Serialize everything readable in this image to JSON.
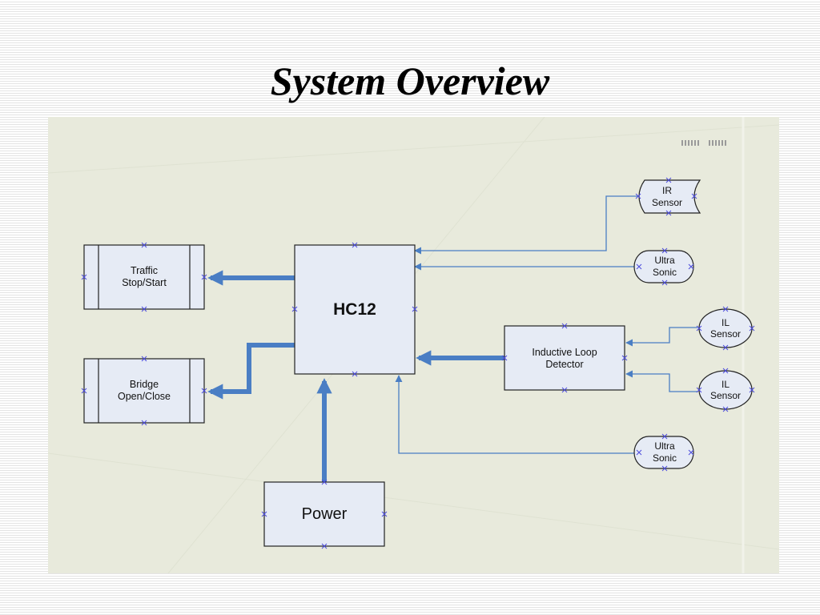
{
  "slide": {
    "title": "System Overview"
  },
  "diagram": {
    "blocks": {
      "hc12": "HC12",
      "power": "Power",
      "traffic": [
        "Traffic",
        "Stop/Start"
      ],
      "bridge": [
        "Bridge",
        "Open/Close"
      ],
      "inductive_loop": [
        "Inductive Loop",
        "Detector"
      ]
    },
    "sensors": {
      "ir": [
        "IR",
        "Sensor"
      ],
      "ultrasonic_top": [
        "Ultra",
        "Sonic"
      ],
      "il_top": [
        "IL",
        "Sensor"
      ],
      "il_bottom": [
        "IL",
        "Sensor"
      ],
      "ultrasonic_bottom": [
        "Ultra",
        "Sonic"
      ]
    },
    "colors": {
      "block_fill": "#e6ebf5",
      "block_stroke": "#222222",
      "arrow": "#4a7ec4",
      "canvas": "#e8eadc",
      "marker": "#4b4bdc"
    }
  }
}
